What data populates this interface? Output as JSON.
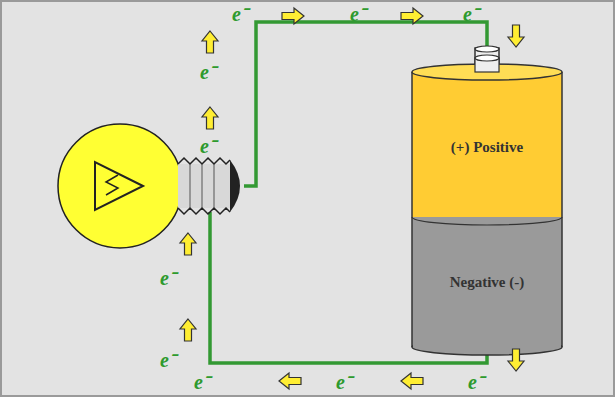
{
  "diagram": {
    "nodes": [
      {
        "text": [
          "(+) Positive"
        ]
      },
      {
        "text": [
          "Negative (-)"
        ]
      }
    ],
    "labels": [
      "e⁻",
      "e⁻",
      "e⁻",
      "e⁻",
      "e⁻",
      "e⁻",
      "e⁻",
      "e⁻",
      "e⁻",
      "e⁻"
    ]
  }
}
